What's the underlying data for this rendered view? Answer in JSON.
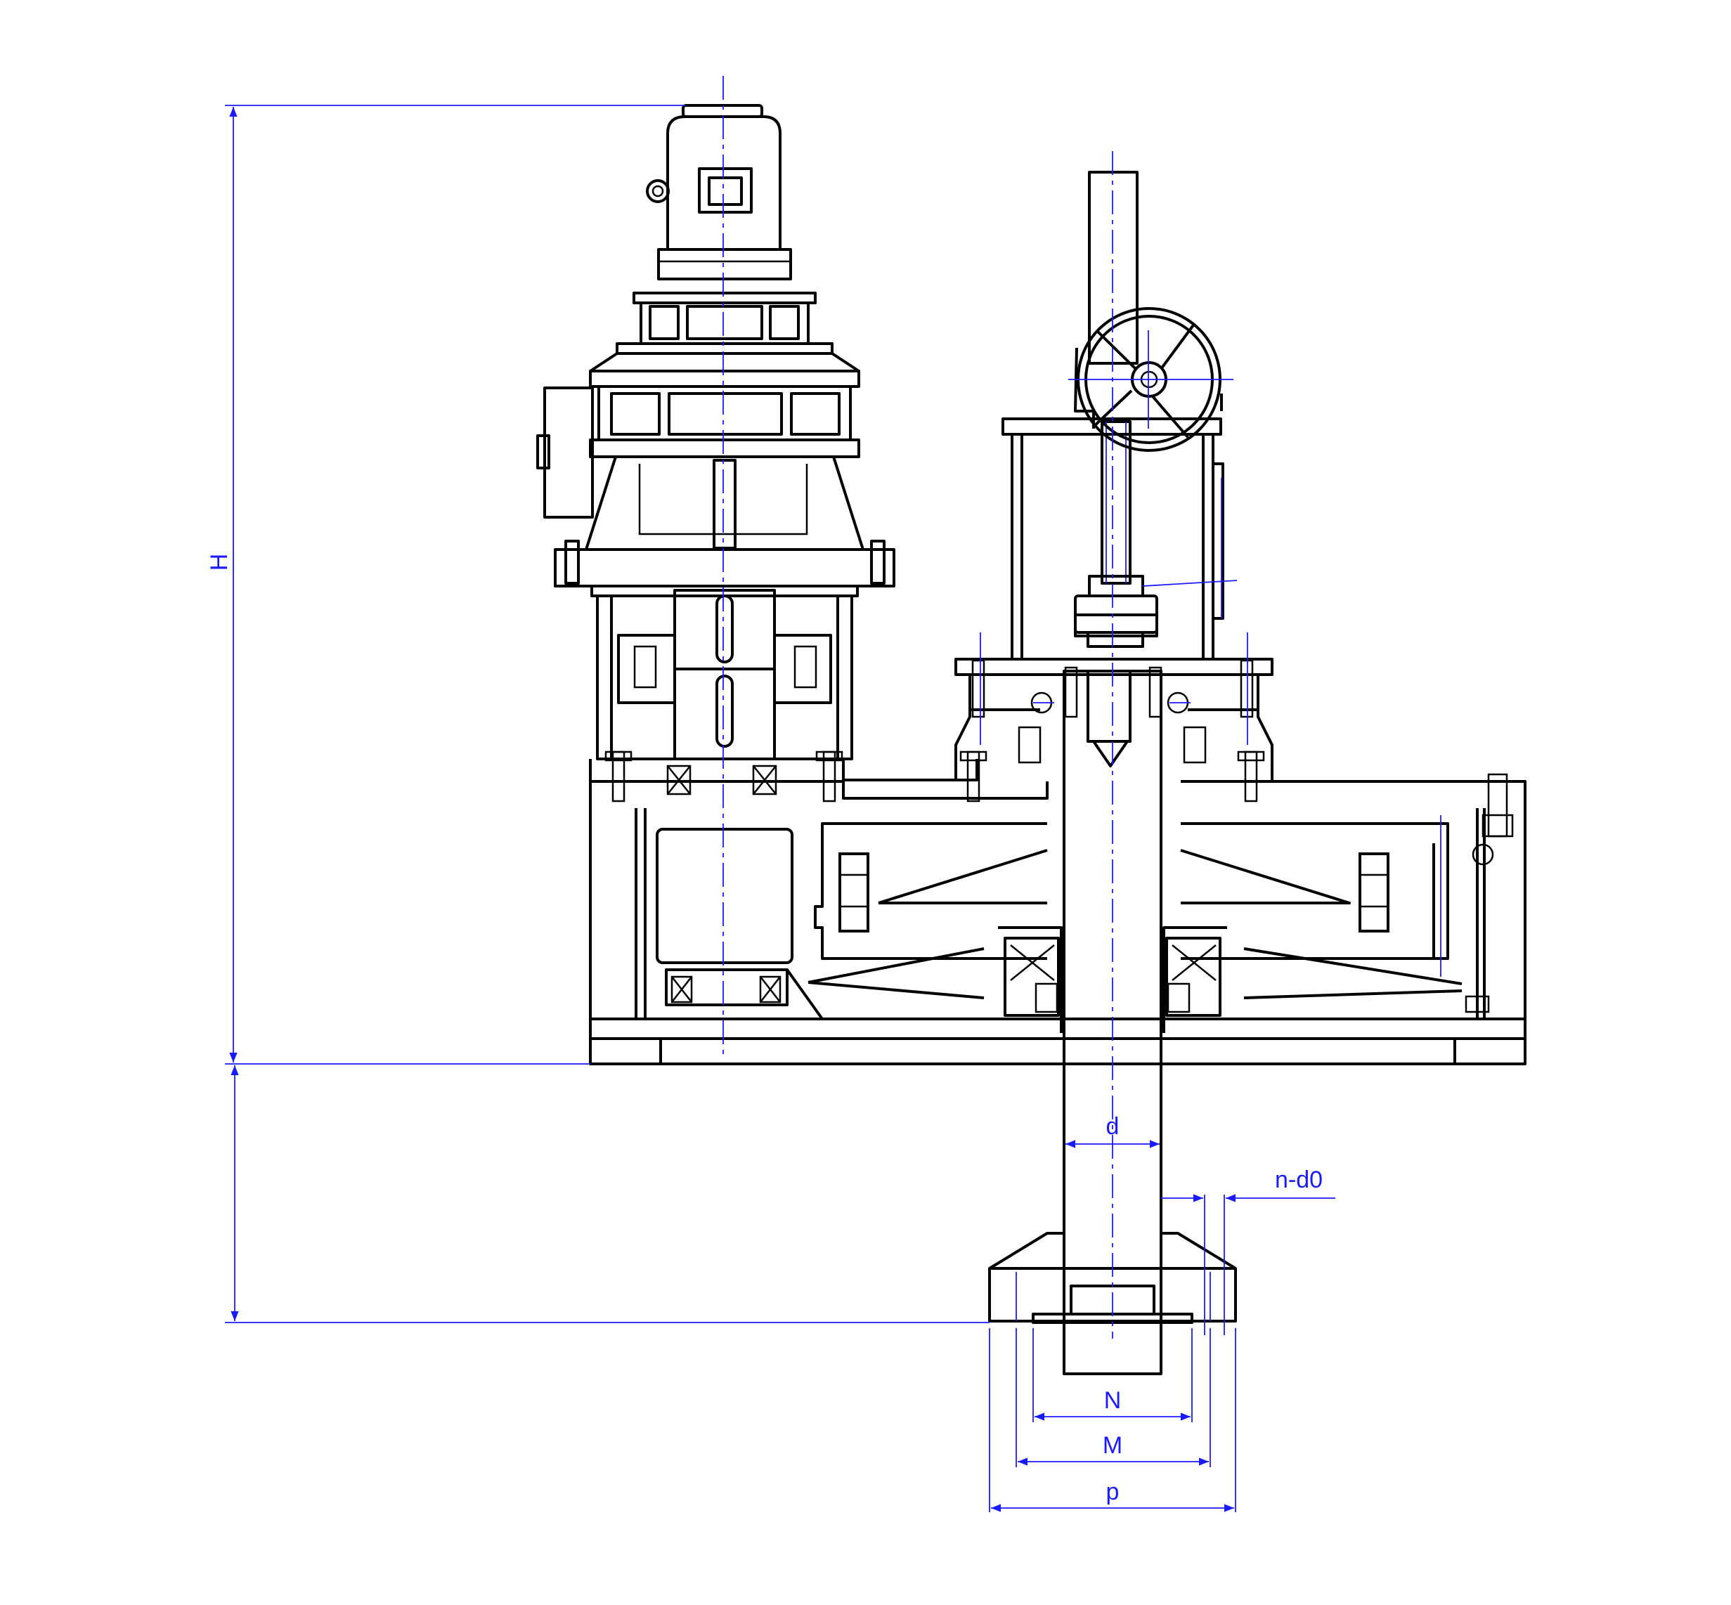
{
  "labels": {
    "H": "H",
    "d": "d",
    "n_d0": "n-d0",
    "N": "N",
    "M": "M",
    "p": "p"
  },
  "colors": {
    "linework": "#000000",
    "dimension": "#1a1aff",
    "background": "#ffffff"
  }
}
